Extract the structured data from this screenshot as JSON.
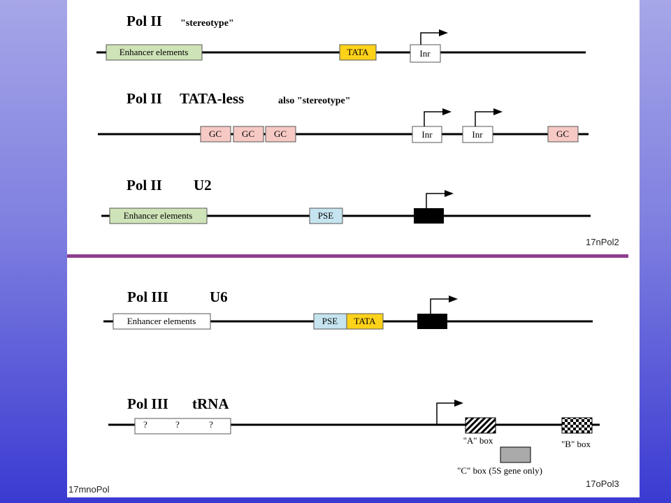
{
  "colors": {
    "enhancer_green": "#cfe3b8",
    "tata_yellow": "#ffd21a",
    "gc_pink": "#f6c9c5",
    "pse_blue": "#c5e4ef",
    "divider_purple": "#8e3f8e"
  },
  "sec1": {
    "title": "Pol II",
    "subtitle": "\"stereotype\"",
    "enhancer": "Enhancer elements",
    "tata": "TATA",
    "inr": "Inr"
  },
  "sec2": {
    "title": "Pol II",
    "subtitle": "TATA-less",
    "note": "also \"stereotype\"",
    "gc1": "GC",
    "gc2": "GC",
    "gc3": "GC",
    "inr1": "Inr",
    "inr2": "Inr",
    "gc4": "GC"
  },
  "sec3": {
    "title": "Pol II",
    "subtitle": "U2",
    "enhancer": "Enhancer elements",
    "pse": "PSE"
  },
  "code_top": "17nPol2",
  "sec4": {
    "title": "Pol III",
    "subtitle": "U6",
    "enhancer": "Enhancer elements",
    "pse": "PSE",
    "tata": "TATA"
  },
  "sec5": {
    "title": "Pol III",
    "subtitle": "tRNA",
    "q1": "?",
    "q2": "?",
    "q3": "?",
    "a_box": "\"A\" box",
    "b_box": "\"B\" box",
    "c_box": "\"C\" box (5S gene only)"
  },
  "code_left": "17mnoPol",
  "code_right": "17oPol3"
}
